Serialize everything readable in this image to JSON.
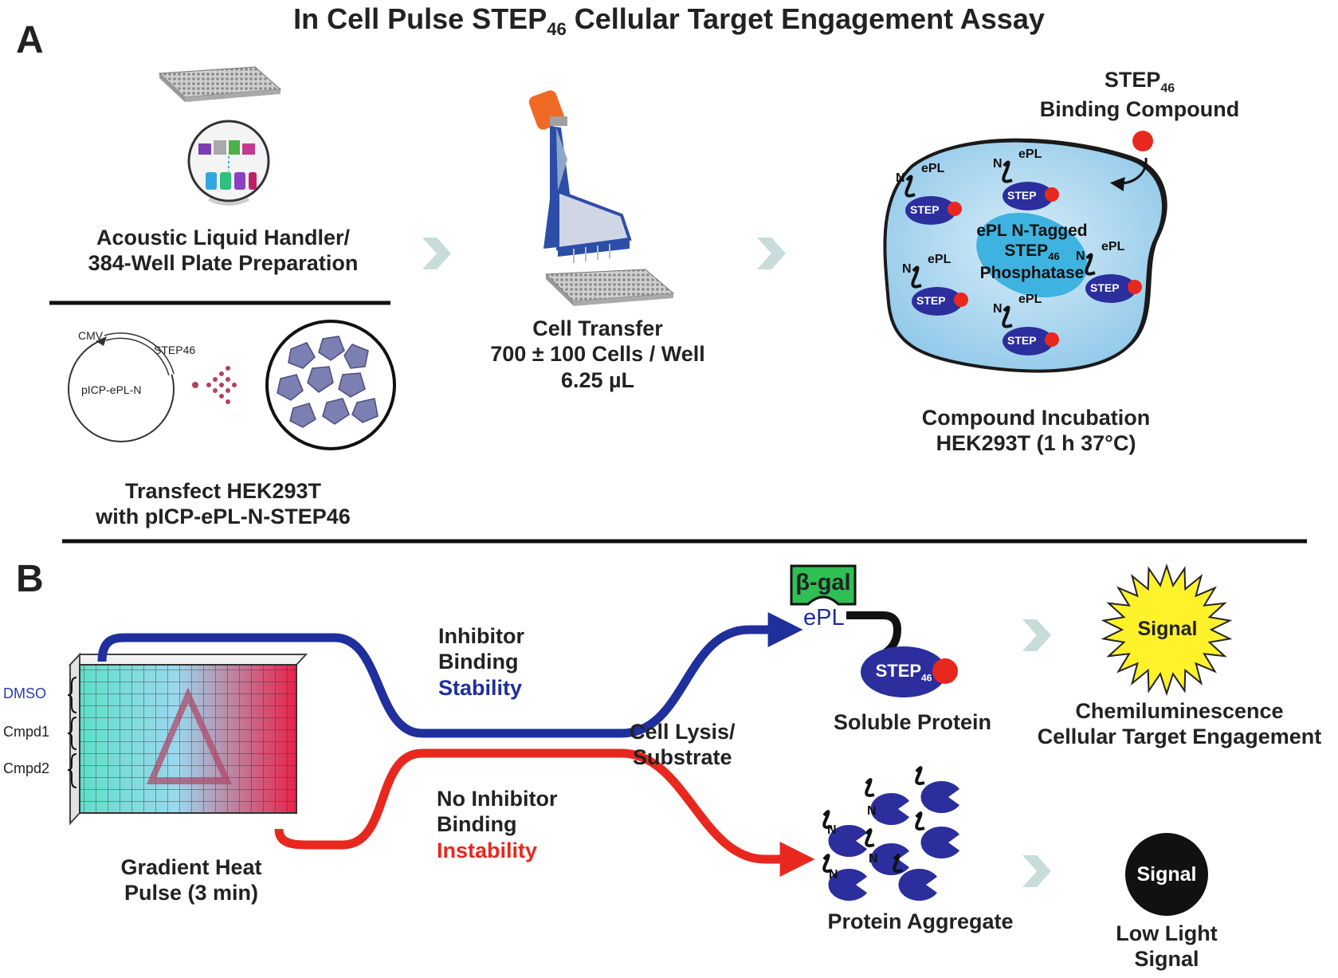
{
  "title": {
    "main": "In Cell Pulse STEP",
    "sub": "46",
    "rest": " Cellular Target Engagement Assay"
  },
  "panel_a": {
    "label": "A",
    "step1": {
      "line1": "Acoustic Liquid Handler/",
      "line2": "384-Well Plate Preparation"
    },
    "transfect": {
      "line1": "Transfect HEK293T",
      "line2": "with pICP-ePL-N-STEP46"
    },
    "plasmid": {
      "cmv": "CMV",
      "gene": "STEP46",
      "name": "pICP-ePL-N"
    },
    "step2": {
      "line1": "Cell Transfer",
      "line2": "700 ± 100 Cells / Well",
      "line3": "6.25 µL"
    },
    "step3": {
      "line1": "Compound Incubation",
      "line2": "HEK293T (1 h 37°C)"
    },
    "compound": {
      "line1_main": "STEP",
      "line1_sub": "46",
      "line2": "Binding Compound"
    },
    "cell": {
      "center_line1": "ePL N-Tagged",
      "center_line2_main": "STEP",
      "center_line2_sub": "46",
      "center_line3": "Phosphatase",
      "protein_label": "STEP",
      "tag_label": "ePL",
      "n_label": "N"
    }
  },
  "panel_b": {
    "label": "B",
    "rows": {
      "dmso": "DMSO",
      "cmpd1": "Cmpd1",
      "cmpd2": "Cmpd2"
    },
    "heat": {
      "line1": "Gradient Heat",
      "line2": "Pulse (3 min)"
    },
    "inhibitor": {
      "line1": "Inhibitor",
      "line2": "Binding",
      "line3": "Stability"
    },
    "no_inhibitor": {
      "line1": "No Inhibitor",
      "line2": "Binding",
      "line3": "Instability"
    },
    "lysis": {
      "line1": "Cell Lysis/",
      "line2": "Substrate"
    },
    "bgal": "β-gal",
    "epl": "ePL",
    "step_main": "STEP",
    "step_sub": "46",
    "soluble": "Soluble Protein",
    "aggregate": "Protein Aggregate",
    "n_label": "N",
    "signal_bright": "Signal",
    "signal_dark": "Signal",
    "chemi": {
      "line1": "Chemiluminescence",
      "line2": "Cellular Target Engagement"
    },
    "low": {
      "line1": "Low Light",
      "line2": "Signal"
    }
  },
  "colors": {
    "blue_path": "#1f2f9c",
    "red_path": "#e8281f",
    "protein": "#2b2e9c",
    "compound": "#e8281f",
    "cell_fill": "#b9dcf0",
    "signal_yellow": "#fff12a",
    "bgal_green": "#2fbf55",
    "chevron": "#c8dcdc"
  }
}
